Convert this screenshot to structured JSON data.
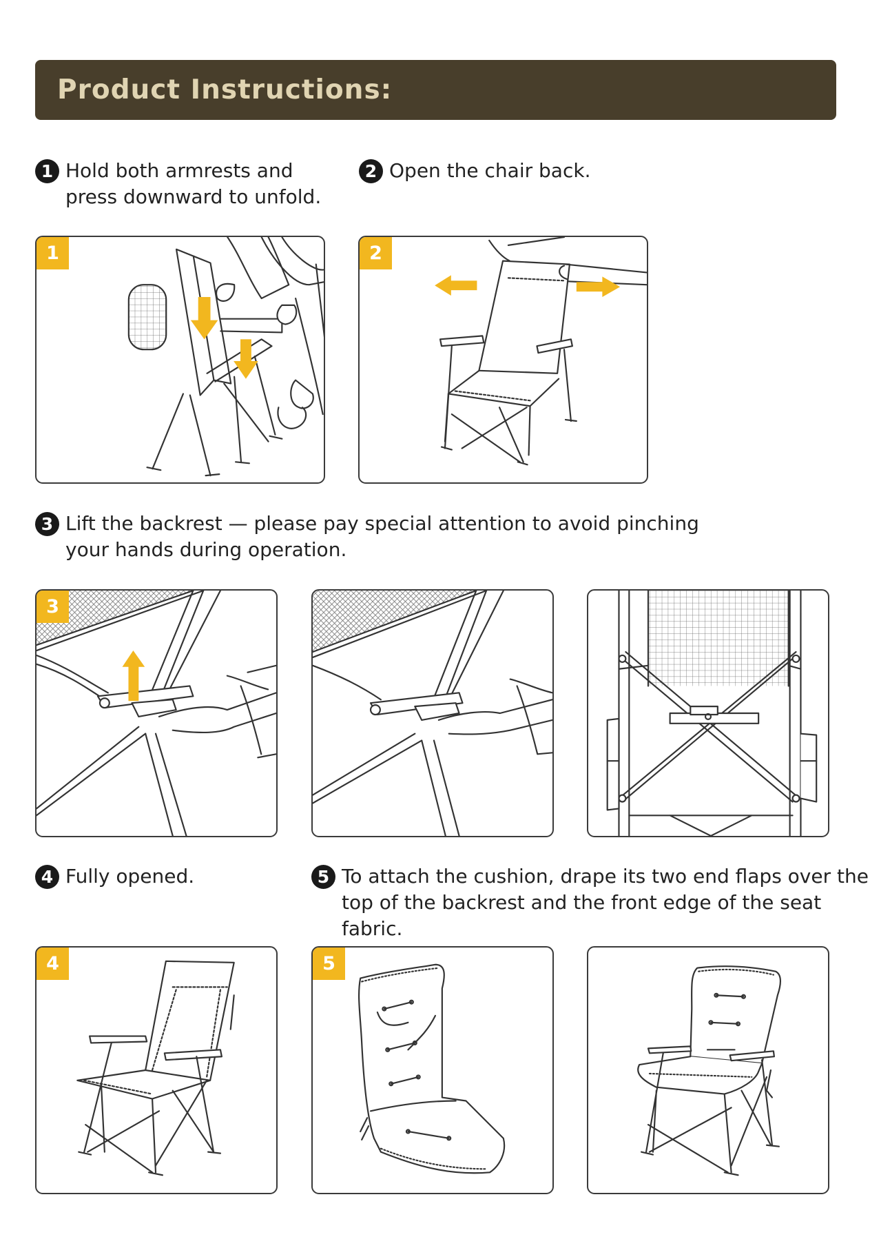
{
  "header": {
    "title": "Product Instructions:"
  },
  "colors": {
    "header_bg": "#483e2b",
    "header_text": "#e0d4b2",
    "accent": "#f2b71f",
    "line": "#3a3a3a"
  },
  "steps": [
    {
      "number": "1",
      "text": "Hold both armrests and\npress downward to unfold."
    },
    {
      "number": "2",
      "text": "Open the chair back."
    },
    {
      "number": "3",
      "text": "Lift the backrest — please pay special attention to avoid pinching\nyour hands during operation."
    },
    {
      "number": "4",
      "text": "Fully opened."
    },
    {
      "number": "5",
      "text": "To attach the cushion, drape its two end flaps over the\ntop of the backrest and the front edge of the seat fabric."
    }
  ],
  "panels": [
    {
      "badge": "1",
      "illustration": "folded-chair-press-down"
    },
    {
      "badge": "2",
      "illustration": "chair-back-open-arrows"
    },
    {
      "badge": "3",
      "illustration": "lift-backrest-hinge-up-arrow"
    },
    {
      "badge": "",
      "illustration": "backrest-hinge-hand-detail"
    },
    {
      "badge": "",
      "illustration": "chair-rear-x-frame"
    },
    {
      "badge": "4",
      "illustration": "chair-fully-opened"
    },
    {
      "badge": "5",
      "illustration": "seat-cushion"
    },
    {
      "badge": "",
      "illustration": "chair-with-cushion"
    }
  ]
}
